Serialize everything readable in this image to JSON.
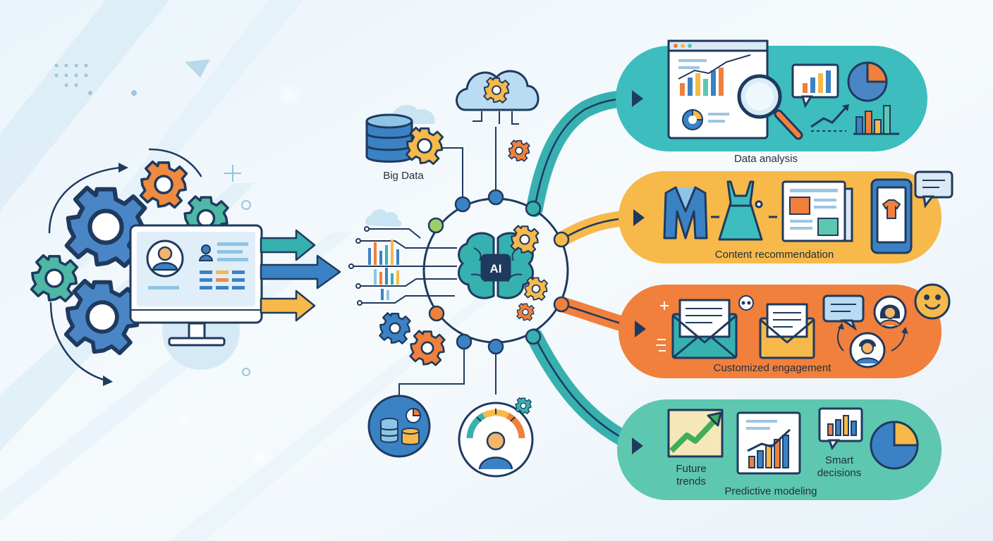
{
  "colors": {
    "navy": "#1f3a5f",
    "blue": "#3b82c4",
    "light_blue": "#b9dcf2",
    "teal": "#2fb3b5",
    "teal_panel": "#3dbdbd",
    "yellow": "#f6b94a",
    "orange": "#f0803c",
    "green": "#5ec7b0",
    "background": "#eef6fb"
  },
  "center": {
    "badge": "AI"
  },
  "sources": {
    "big_data_label": "Big Data"
  },
  "outputs": {
    "data_analysis": {
      "title": "Data analysis"
    },
    "content_recommendation": {
      "title": "Content recommendation"
    },
    "customized_engagement": {
      "title": "Customized engagement"
    },
    "predictive_modeling": {
      "title": "Predictive modeling",
      "future_trends_line1": "Future",
      "future_trends_line2": "trends",
      "smart_decisions_line1": "Smart",
      "smart_decisions_line2": "decisions"
    }
  },
  "icons": [
    "gear-icon",
    "monitor-icon",
    "user-profile-icon",
    "arrow-right-icon",
    "cloud-icon",
    "database-icon",
    "brain-icon",
    "dashboard-icon",
    "magnifier-icon",
    "bar-chart-icon",
    "pie-chart-icon",
    "line-chart-icon",
    "jacket-icon",
    "dress-icon",
    "newspaper-icon",
    "phone-icon",
    "chat-bubble-icon",
    "envelope-icon",
    "avatar-icon",
    "smiley-icon",
    "trend-up-icon",
    "gauge-icon"
  ]
}
